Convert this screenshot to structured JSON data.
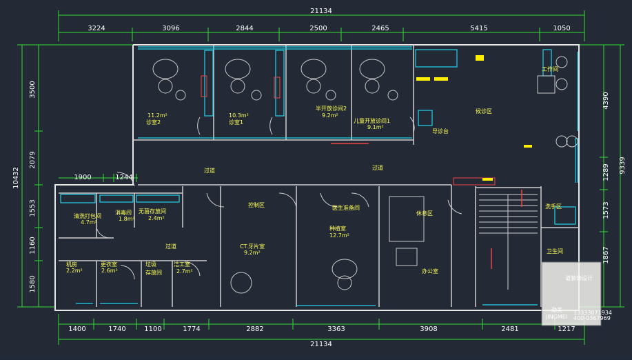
{
  "dimensions": {
    "top_total": "21134",
    "bottom_total": "21134",
    "top_segments": [
      "3224",
      "3096",
      "2844",
      "2500",
      "2465",
      "5415",
      "1050"
    ],
    "bottom_segments": [
      "1400",
      "1740",
      "1100",
      "1774",
      "2882",
      "3363",
      "3908",
      "2481",
      "1217"
    ],
    "left_total": "10432",
    "left_segments": [
      "3500",
      "2079",
      "1553",
      "1160",
      "1580"
    ],
    "left_sub": "1900",
    "left_sub2": "1244",
    "right_total": "9339",
    "right_segments": [
      "4390",
      "1289",
      "1573",
      "1867"
    ]
  },
  "rooms": {
    "clinic2_area": "11.2m²",
    "clinic2": "诊室2",
    "clinic1_area": "10.3m²",
    "clinic1": "诊室1",
    "semi_open2": "半开放诊间2",
    "semi_open2_area": "9.2m²",
    "child_open1": "儿童开放诊间1",
    "child_open1_area": "9.1m²",
    "waiting": "候诊区",
    "guide": "导诊台",
    "corridor1": "过道",
    "corridor2": "过道",
    "corridor3": "过道",
    "washing": "清洗打包间",
    "washing_area": "4.7m²",
    "disinfect": "消毒间",
    "disinfect_area": "1.8m²",
    "storage": "无菌存放间",
    "storage_area": "2.4m²",
    "control": "控制区",
    "doctor_prep": "医生准备间",
    "seed_room": "种植室",
    "seed_area": "12.7m²",
    "rest": "休息区",
    "ct": "CT.牙片室",
    "ct_area": "9.2m²",
    "office": "办公室",
    "machine": "机房",
    "machine_area": "2.2m²",
    "change": "更衣室",
    "change_area": "2.6m²",
    "garbage": "垃圾",
    "garbage2": "存放间",
    "tools": "洁工室",
    "tools_area": "2.7m²",
    "wash_hand": "洗手区",
    "toilet": "卫生间",
    "staff": "工作间"
  },
  "watermark": {
    "brand": "劲美",
    "brand_en": "JINGMEI",
    "seal": "道装饰设计",
    "phone1": "13333071934",
    "phone2": "400-0367969"
  }
}
